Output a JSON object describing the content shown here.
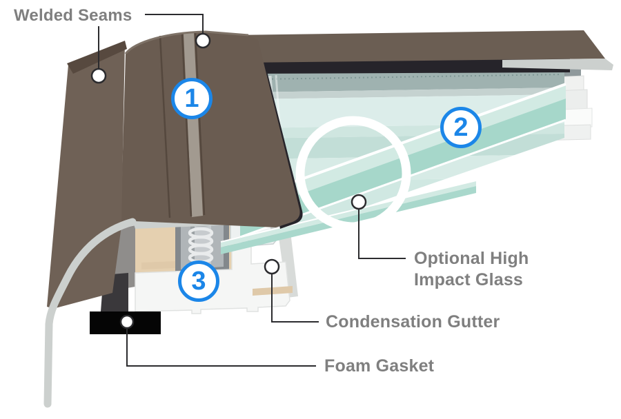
{
  "diagram": {
    "labels": {
      "welded_seams": "Welded Seams",
      "optional_glass_line1": "Optional High",
      "optional_glass_line2": "Impact Glass",
      "condensation_gutter": "Condensation Gutter",
      "foam_gasket": "Foam Gasket"
    },
    "badges": [
      {
        "number": "1"
      },
      {
        "number": "2"
      },
      {
        "number": "3"
      }
    ],
    "colors": {
      "accent_blue": "#1b86e8",
      "label_gray": "#7f7f7f",
      "leader_line": "#2b2b2e",
      "frame_brown": "#6a5c51",
      "frame_brown_dark": "#57493f",
      "flashing_gray": "#ccd0ce",
      "glass_pale_mint": "#dcedea",
      "glass_teal": "#a6d7ca",
      "pane_gray_teal": "#9fb2b0",
      "wood_tan": "#e5d0b0",
      "gasket_black": "#050505",
      "frame_white": "#f5f6f5"
    }
  }
}
